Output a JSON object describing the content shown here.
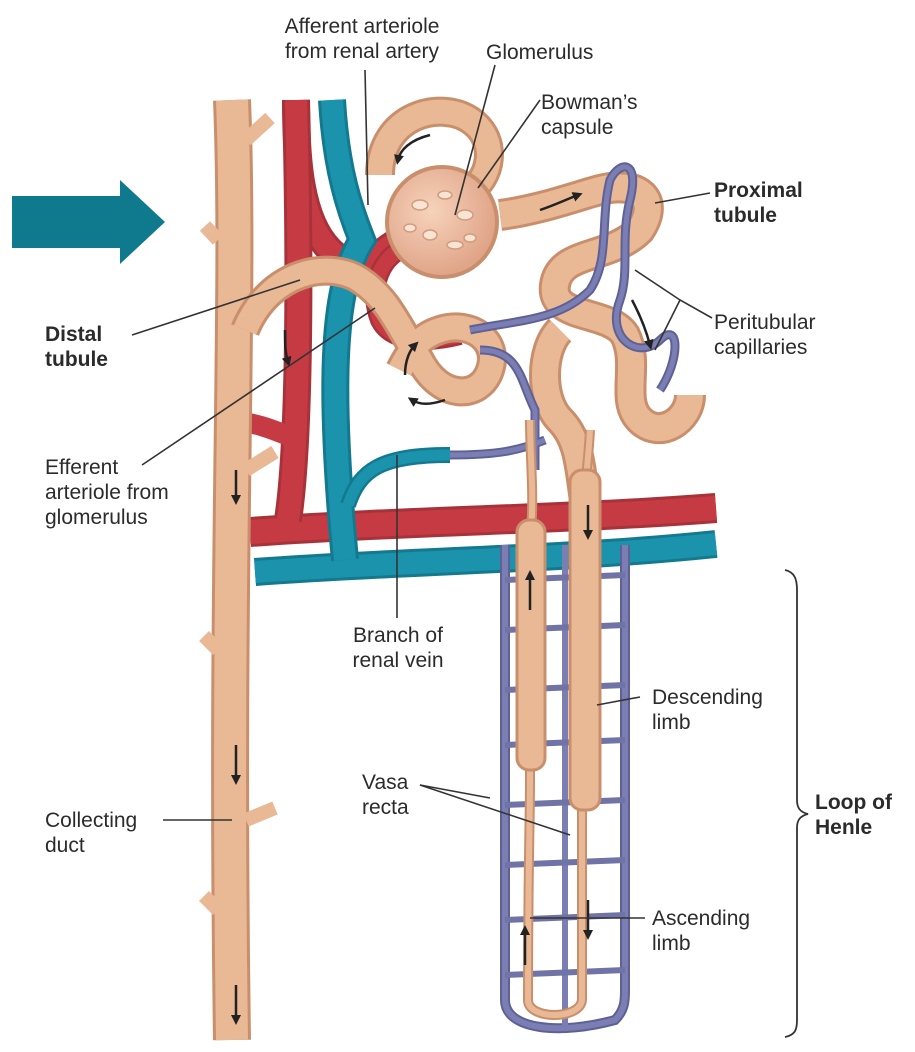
{
  "labels": {
    "afferent": "Afferent arteriole\nfrom renal artery",
    "glomerulus": "Glomerulus",
    "bowman": "Bowman’s\ncapsule",
    "proximal": "Proximal\ntubule",
    "peritubular": "Peritubular\ncapillaries",
    "distal": "Distal\ntubule",
    "efferent": "Efferent\narteriole from\nglomerulus",
    "branch_vein": "Branch of\nrenal vein",
    "descending": "Descending\nlimb",
    "vasa_recta": "Vasa\nrecta",
    "collecting": "Collecting\nduct",
    "loop_henle": "Loop of\nHenle",
    "ascending": "Ascending\nlimb"
  },
  "colors": {
    "tubule": "#e9b894",
    "tubule_edge": "#c98f6c",
    "artery": "#c63b43",
    "vein": "#1b93ad",
    "capillary": "#6f73a6",
    "flow_arrow": "#0f7a8e",
    "text": "#2b2b2b"
  }
}
